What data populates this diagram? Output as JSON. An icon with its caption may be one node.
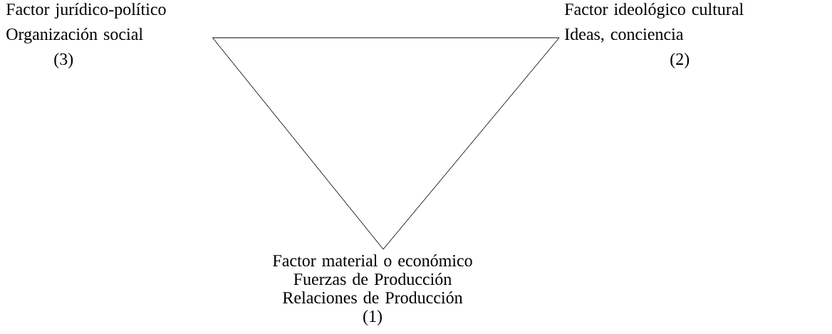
{
  "diagram": {
    "nodes": [
      {
        "text": [
          "Factor jurídico-político",
          "Organización social",
          "(3)"
        ]
      },
      {
        "text": [
          "Factor ideológico cultural",
          "Ideas, conciencia",
          "(2)"
        ]
      },
      {
        "text": [
          "Factor material o económico",
          "Fuerzas de Producción",
          "Relaciones de Producción",
          "(1)"
        ]
      }
    ],
    "edges": [
      {
        "from": 0,
        "to": 1,
        "arrow": "none"
      },
      {
        "from": 1,
        "to": 2,
        "arrow": "none"
      },
      {
        "from": 2,
        "to": 0,
        "arrow": "none"
      }
    ]
  }
}
